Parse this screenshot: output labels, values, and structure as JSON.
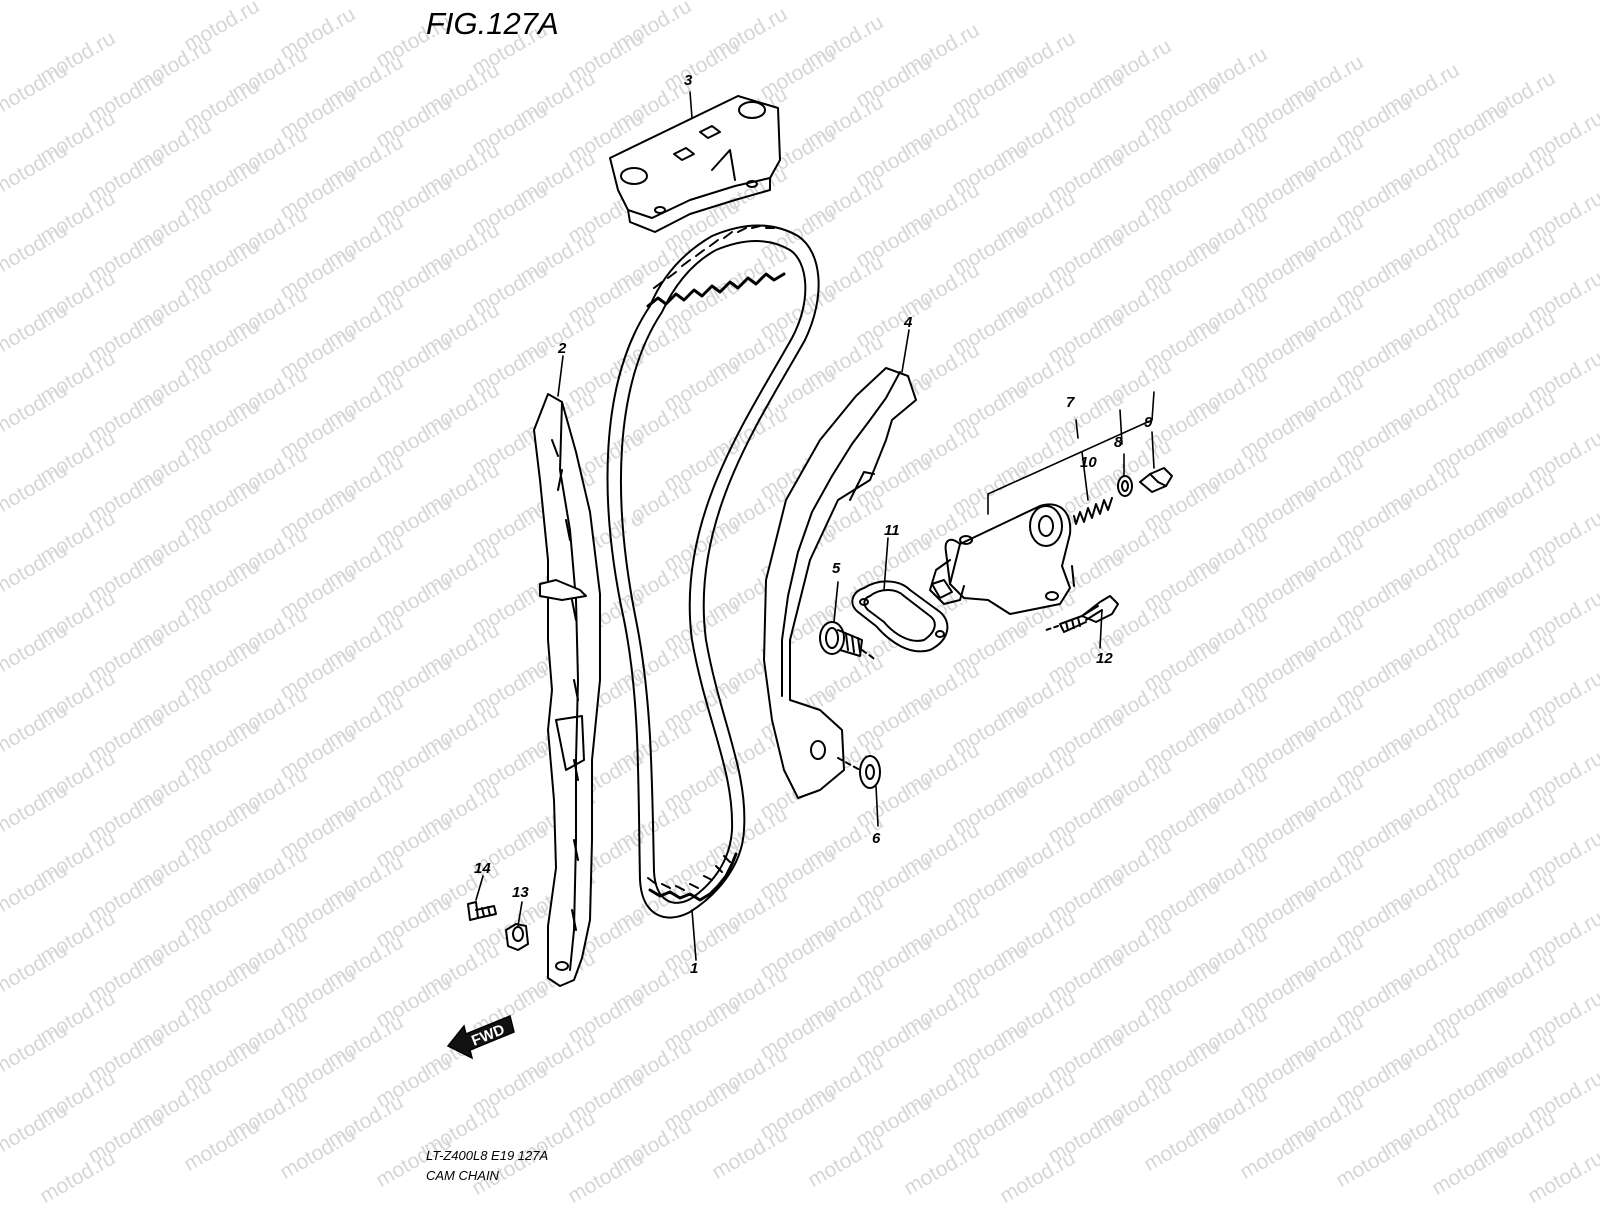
{
  "figure": {
    "title": "FIG.127A"
  },
  "watermark": {
    "text": "motod.ru",
    "color": "#d6d6d6"
  },
  "caption": {
    "model_code": "LT-Z400L8  E19  127A",
    "part_name": "CAM CHAIN"
  },
  "fwd_arrow": {
    "label": "FWD"
  },
  "callouts": [
    {
      "number": "1"
    },
    {
      "number": "2"
    },
    {
      "number": "3"
    },
    {
      "number": "4"
    },
    {
      "number": "5"
    },
    {
      "number": "6"
    },
    {
      "number": "7"
    },
    {
      "number": "8"
    },
    {
      "number": "9"
    },
    {
      "number": "10"
    },
    {
      "number": "11"
    },
    {
      "number": "12"
    },
    {
      "number": "13"
    },
    {
      "number": "14"
    }
  ]
}
